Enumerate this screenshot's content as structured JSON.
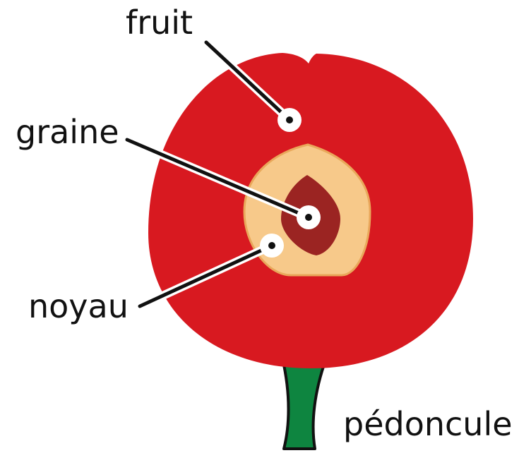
{
  "labels": {
    "fruit": "fruit",
    "graine": "graine",
    "noyau": "noyau",
    "pedoncule": "pédoncule"
  },
  "colors": {
    "fruit_flesh": "#d81920",
    "stone": "#f7c98a",
    "stone_outline": "#e9a85b",
    "seed": "#9b2422",
    "stem": "#0e8540",
    "stem_outline": "#111111",
    "leader_line": "#111111",
    "marker_fill": "#ffffff"
  }
}
